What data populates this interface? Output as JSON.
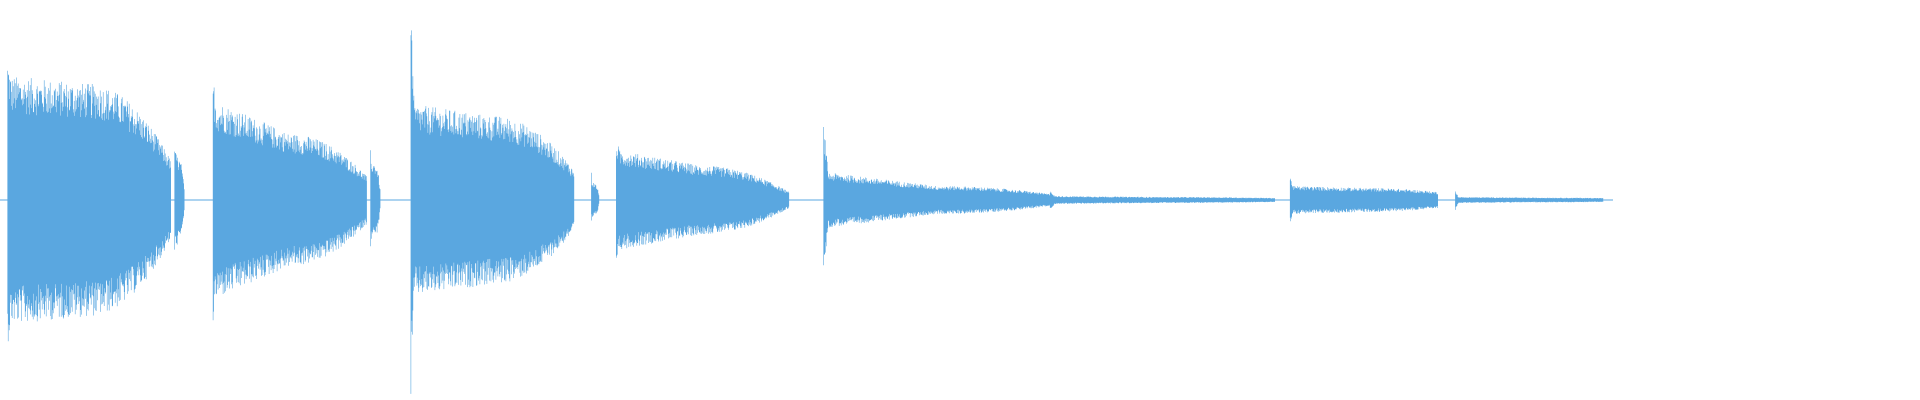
{
  "waveform": {
    "color": "#5aa7e0",
    "background": "#ffffff",
    "duration_fraction_with_audio": 0.84,
    "segments": [
      {
        "name": "burst-1",
        "start": 0.004,
        "end": 0.089,
        "level_start": 0.62,
        "level_mid": 0.58,
        "level_end": 0.2,
        "peak": 0.72
      },
      {
        "name": "blip-1",
        "start": 0.091,
        "end": 0.096,
        "level_start": 0.25,
        "level_mid": 0.2,
        "level_end": 0.05,
        "peak": 0.3
      },
      {
        "name": "burst-2",
        "start": 0.111,
        "end": 0.191,
        "level_start": 0.5,
        "level_mid": 0.33,
        "level_end": 0.12,
        "peak": 0.62
      },
      {
        "name": "blip-2",
        "start": 0.193,
        "end": 0.198,
        "level_start": 0.2,
        "level_mid": 0.18,
        "level_end": 0.05,
        "peak": 0.25
      },
      {
        "name": "burst-3",
        "start": 0.214,
        "end": 0.299,
        "level_start": 0.48,
        "level_mid": 0.42,
        "level_end": 0.15,
        "peak": 1.0
      },
      {
        "name": "blip-3",
        "start": 0.308,
        "end": 0.312,
        "level_start": 0.1,
        "level_mid": 0.08,
        "level_end": 0.02,
        "peak": 0.14
      },
      {
        "name": "burst-4",
        "start": 0.321,
        "end": 0.411,
        "level_start": 0.25,
        "level_mid": 0.17,
        "level_end": 0.04,
        "peak": 0.3
      },
      {
        "name": "burst-5",
        "start": 0.429,
        "end": 0.547,
        "level_start": 0.14,
        "level_mid": 0.07,
        "level_end": 0.03,
        "peak": 0.38
      },
      {
        "name": "tail-1",
        "start": 0.547,
        "end": 0.664,
        "level_start": 0.02,
        "level_mid": 0.015,
        "level_end": 0.01,
        "peak": 0.05
      },
      {
        "name": "burst-6",
        "start": 0.672,
        "end": 0.749,
        "level_start": 0.07,
        "level_mid": 0.06,
        "level_end": 0.04,
        "peak": 0.12
      },
      {
        "name": "tail-2",
        "start": 0.758,
        "end": 0.835,
        "level_start": 0.015,
        "level_mid": 0.012,
        "level_end": 0.01,
        "peak": 0.05
      }
    ]
  }
}
